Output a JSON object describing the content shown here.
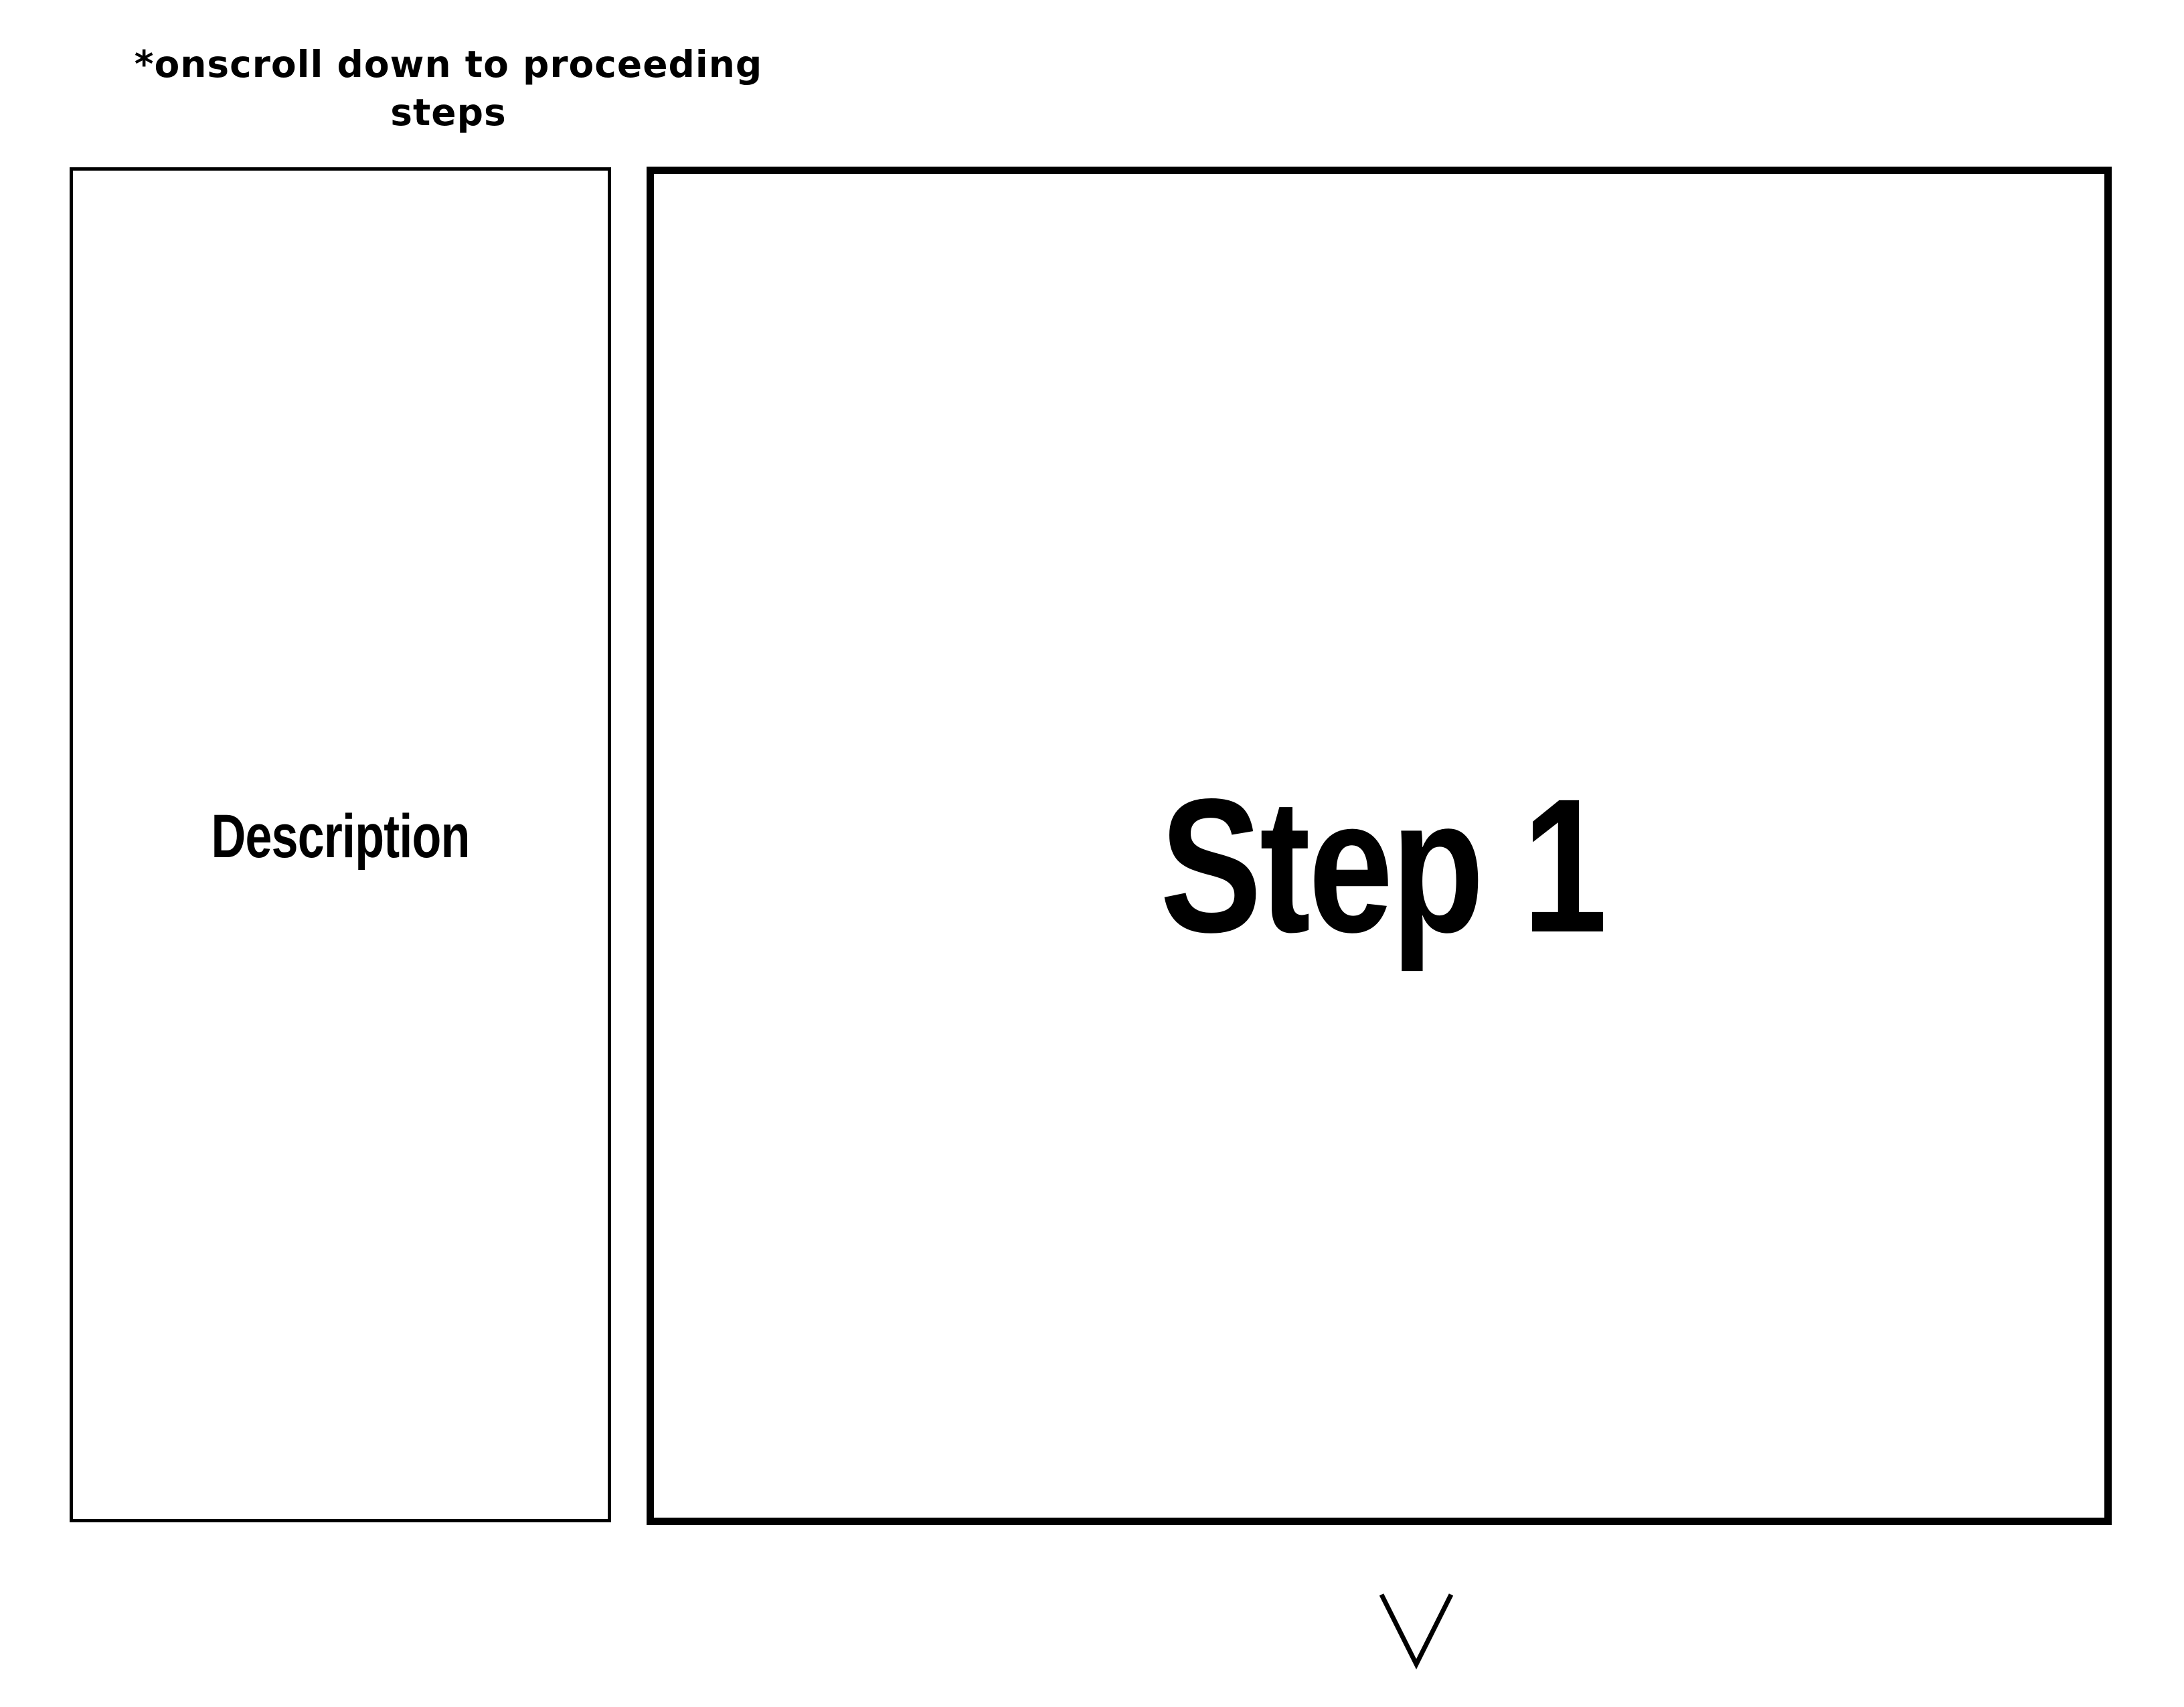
{
  "note": "*onscroll down to proceeding steps",
  "description_panel": {
    "label": "Description"
  },
  "step_panel": {
    "label": "Step 1"
  },
  "scroll_indicator": {
    "icon": "chevron-down-icon"
  }
}
